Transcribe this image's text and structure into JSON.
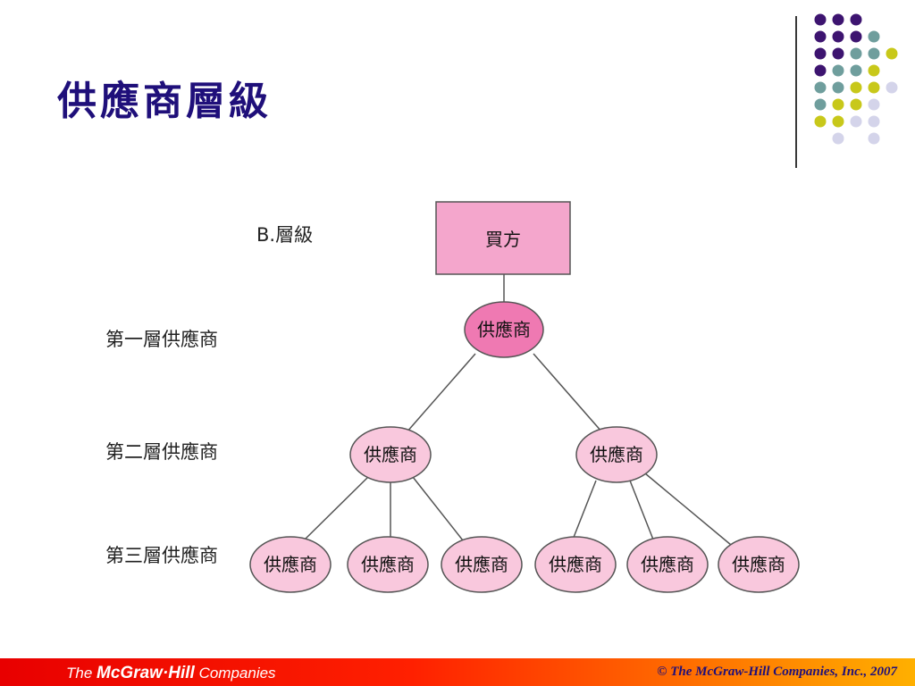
{
  "slide": {
    "title": "供應商層級"
  },
  "diagram": {
    "section_label": "B.層級",
    "levels": {
      "tier1": "第一層供應商",
      "tier2": "第二層供應商",
      "tier3": "第三層供應商"
    },
    "nodes": {
      "buyer": "買方",
      "tier1": "供應商",
      "tier2_left": "供應商",
      "tier2_right": "供應商",
      "tier3_1": "供應商",
      "tier3_2": "供應商",
      "tier3_3": "供應商",
      "tier3_4": "供應商",
      "tier3_5": "供應商",
      "tier3_6": "供應商"
    }
  },
  "footer": {
    "brand_the": "The ",
    "brand_name": "McGraw·Hill",
    "brand_companies": " Companies",
    "copyright": "© The McGraw-Hill Companies, Inc., 2007"
  },
  "colors": {
    "title": "#1f0f7a",
    "buyer_fill": "#f4a6cc",
    "tier1_fill": "#ef79b2",
    "supplier_fill": "#f9c8dd",
    "dot_purple": "#3d1470",
    "dot_teal": "#6f9e9d",
    "dot_yellow": "#c8c81a",
    "dot_lavender": "#d4d4ea"
  }
}
